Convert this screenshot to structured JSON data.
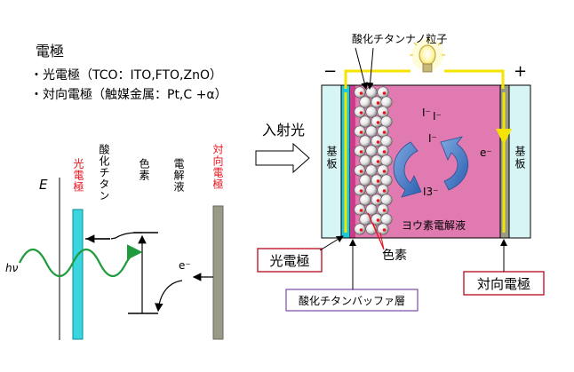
{
  "left_text": {
    "heading": "電極",
    "line1": "・光電極（TCO：ITO,FTO,ZnO）",
    "line2": "・対向電極（触媒金属：Pt,C +α）"
  },
  "energy_diagram": {
    "axis_E": "E",
    "col_photo": "光電極",
    "col_tio2": "酸化チタン",
    "col_dye": "色素",
    "col_electrolyte": "電解液",
    "col_counter": "対向電極",
    "hv": "hν",
    "electron": "e⁻"
  },
  "cell": {
    "nanoparticles_label": "酸化チタンナノ粒子",
    "minus": "−",
    "plus": "+",
    "incident_light": "入射光",
    "substrate_left": "基板",
    "substrate_right": "基板",
    "iodide1": "I⁻",
    "iodide2": "I⁻",
    "iodide3": "I⁻",
    "triiodide": "I3⁻",
    "electron": "e⁻",
    "electrolyte": "ヨウ素電解液",
    "photoelectrode_box": "光電極",
    "dye": "色素",
    "counter_box": "対向電極",
    "buffer_layer": "酸化チタンバッファ層"
  }
}
